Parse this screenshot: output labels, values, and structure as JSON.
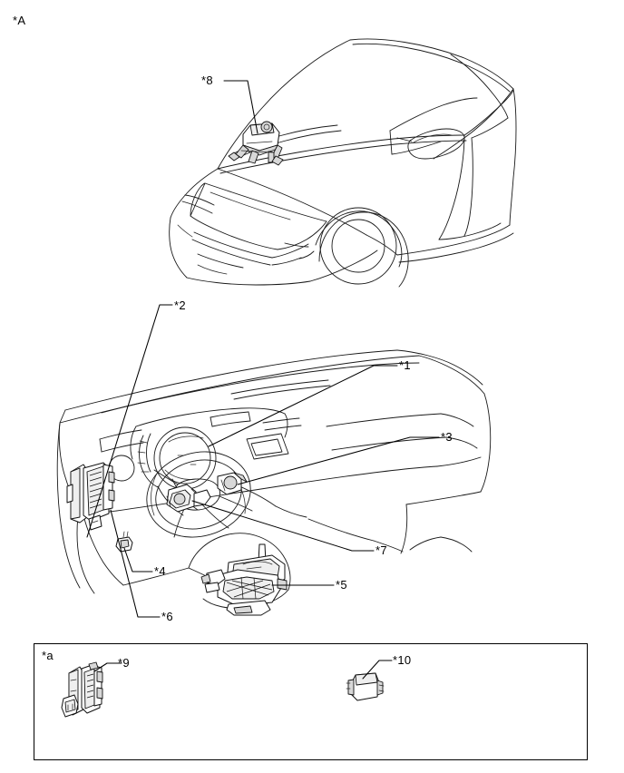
{
  "figure": {
    "title_label": "*A",
    "type": "automotive-component-location-diagram"
  },
  "callouts": {
    "a": "*A",
    "c1": "*1",
    "c2": "*2",
    "c3": "*3",
    "c4": "*4",
    "c5": "*5",
    "c6": "*6",
    "c7": "*7",
    "c8": "*8",
    "c9": "*9",
    "c10": "*10",
    "inset": "*a"
  },
  "views": {
    "vehicle": {
      "name": "front-three-quarter-vehicle-view",
      "callouts": [
        "*8"
      ]
    },
    "interior": {
      "name": "instrument-panel-interior-view",
      "callouts": [
        "*1",
        "*2",
        "*3",
        "*4",
        "*5",
        "*6",
        "*7"
      ]
    },
    "inset_box": {
      "name": "detail-parts-box",
      "label": "*a",
      "callouts": [
        "*9",
        "*10"
      ]
    }
  },
  "colors": {
    "line": "#1a1a1a",
    "leader": "#000000",
    "part_fill": "#ffffff",
    "part_shade": "#d8d8d8",
    "background": "#ffffff",
    "frame": "#000000"
  }
}
